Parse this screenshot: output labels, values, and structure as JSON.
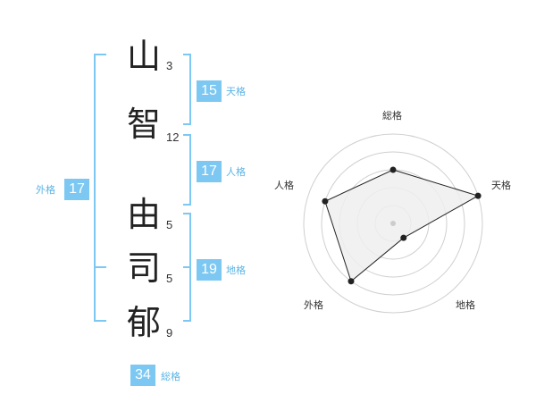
{
  "name_chars": [
    {
      "char": "山",
      "strokes": "3"
    },
    {
      "char": "智",
      "strokes": "12"
    },
    {
      "char": "由",
      "strokes": "5"
    },
    {
      "char": "司",
      "strokes": "5"
    },
    {
      "char": "郁",
      "strokes": "9"
    }
  ],
  "scores": {
    "tenkaku": {
      "value": "15",
      "label": "天格"
    },
    "jinkaku": {
      "value": "17",
      "label": "人格"
    },
    "chikaku": {
      "value": "19",
      "label": "地格"
    },
    "gaikaku": {
      "value": "17",
      "label": "外格"
    },
    "soukaku": {
      "value": "34",
      "label": "総格"
    }
  },
  "radar": {
    "axes": [
      "総格",
      "天格",
      "地格",
      "外格",
      "人格"
    ],
    "levels": 5,
    "values": [
      3,
      5,
      1,
      4,
      4
    ],
    "colors": {
      "ring": "#cfcfcf",
      "fill": "#eeeeee",
      "stroke": "#222222",
      "center": "#cccccc"
    }
  },
  "colors": {
    "accent": "#7cc8f2",
    "accent_text": "#5bb4e5"
  }
}
